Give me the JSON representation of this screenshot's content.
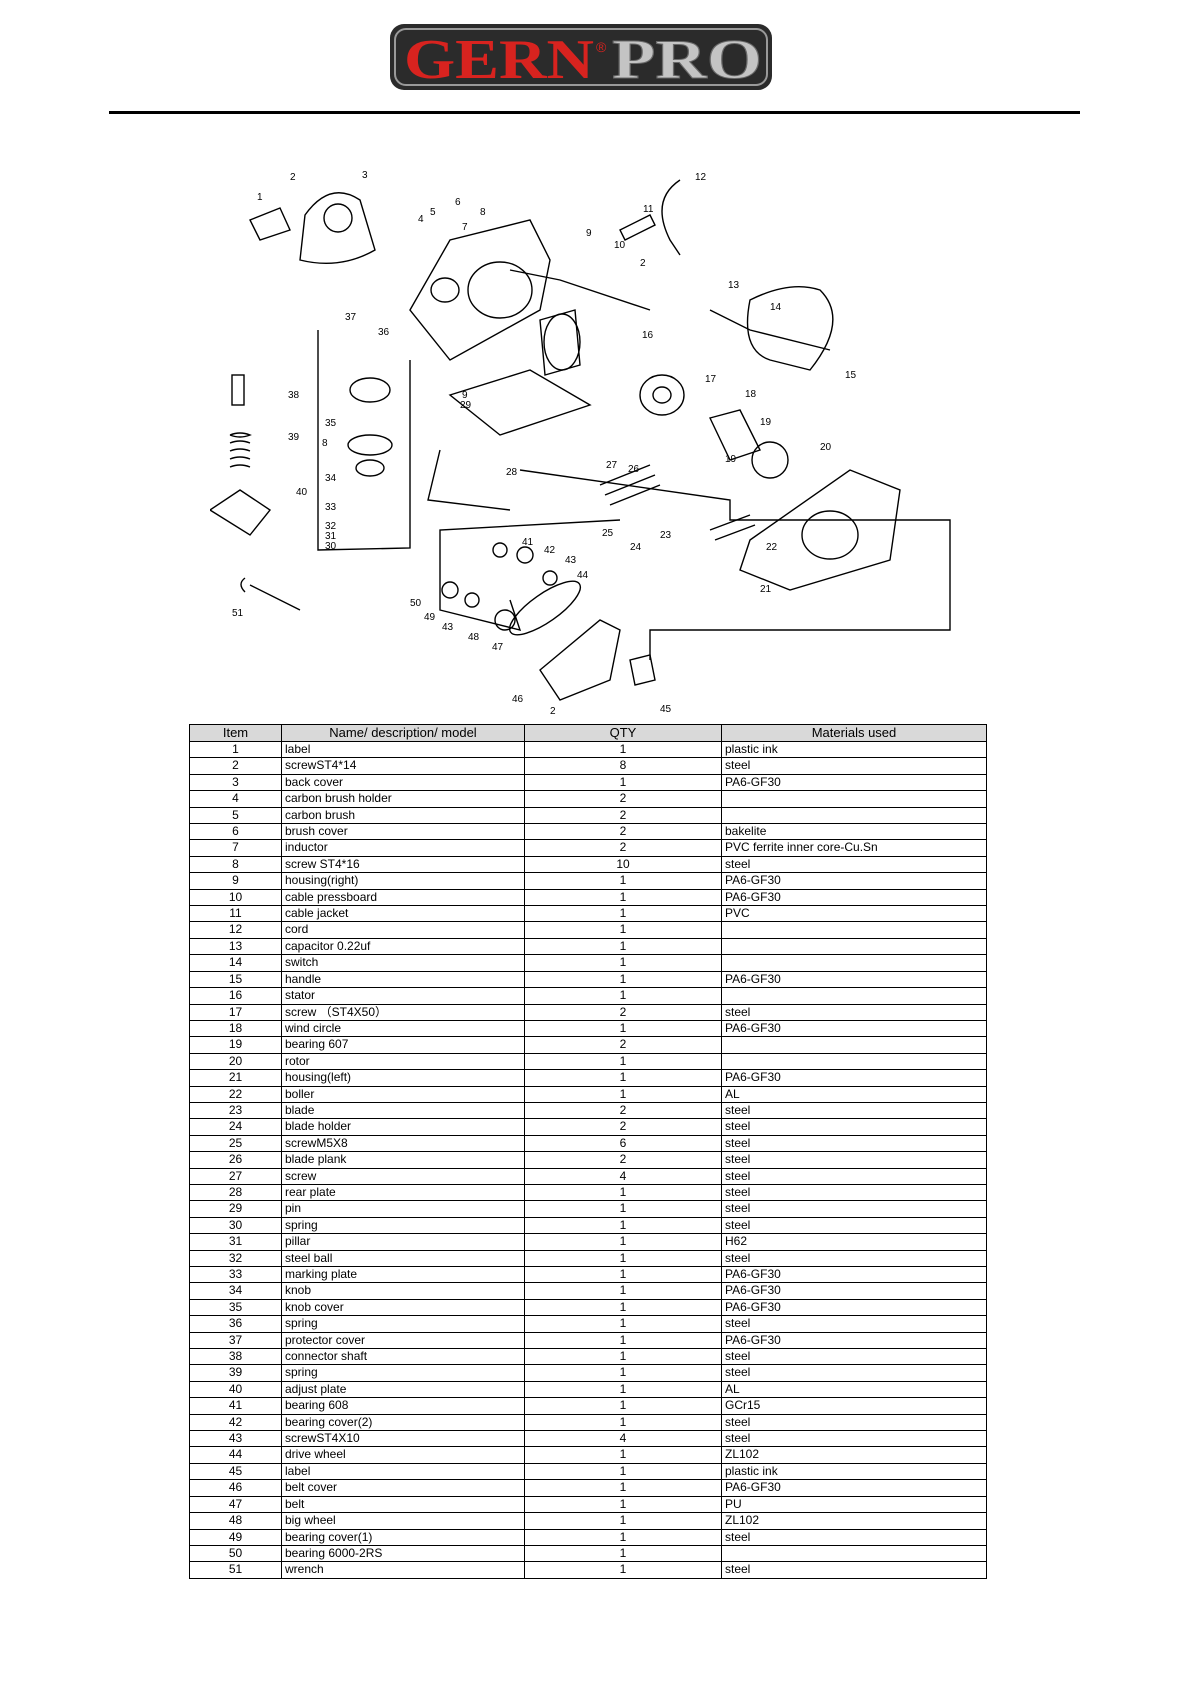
{
  "brand": {
    "logo_left": "GERN",
    "logo_right": "PRO",
    "registered": "®",
    "accent_red": "#d8231f",
    "badge_dark": "#2b2b2b",
    "chrome": "#b8b8b8"
  },
  "diagram": {
    "callouts": [
      "1",
      "2",
      "3",
      "4",
      "5",
      "6",
      "7",
      "8",
      "9",
      "10",
      "11",
      "12",
      "13",
      "14",
      "15",
      "16",
      "17",
      "18",
      "19",
      "19",
      "20",
      "21",
      "22",
      "23",
      "24",
      "25",
      "26",
      "27",
      "28",
      "29",
      "30",
      "31",
      "32",
      "33",
      "34",
      "35",
      "36",
      "37",
      "38",
      "39",
      "40",
      "41",
      "42",
      "43",
      "43",
      "44",
      "45",
      "46",
      "47",
      "48",
      "49",
      "50",
      "51",
      "2",
      "2",
      "8",
      "9"
    ]
  },
  "table": {
    "headers": [
      "Item",
      "Name/ description/ model",
      "QTY",
      "Materials used"
    ],
    "rows": [
      [
        "1",
        "label",
        "1",
        "plastic ink"
      ],
      [
        "2",
        "screwST4*14",
        "8",
        "steel"
      ],
      [
        "3",
        "back cover",
        "1",
        "PA6-GF30"
      ],
      [
        "4",
        "carbon brush holder",
        "2",
        ""
      ],
      [
        "5",
        "carbon brush",
        "2",
        ""
      ],
      [
        "6",
        "brush cover",
        "2",
        "bakelite"
      ],
      [
        "7",
        " inductor",
        "2",
        "PVC ferrite inner core-Cu.Sn"
      ],
      [
        "8",
        "screw ST4*16",
        "10",
        "steel"
      ],
      [
        "9",
        "housing(right)",
        "1",
        "PA6-GF30"
      ],
      [
        "10",
        "cable pressboard",
        "1",
        "PA6-GF30"
      ],
      [
        "11",
        "cable jacket",
        "1",
        "PVC"
      ],
      [
        "12",
        "cord",
        "1",
        ""
      ],
      [
        "13",
        "capacitor 0.22uf",
        "1",
        ""
      ],
      [
        "14",
        "switch",
        "1",
        ""
      ],
      [
        "15",
        "handle",
        "1",
        "PA6-GF30"
      ],
      [
        "16",
        "stator",
        "1",
        ""
      ],
      [
        "17",
        "screw （ST4X50）",
        "2",
        "steel"
      ],
      [
        "18",
        "wind circle",
        "1",
        "PA6-GF30"
      ],
      [
        "19",
        "bearing 607",
        "2",
        ""
      ],
      [
        "20",
        "rotor",
        "1",
        ""
      ],
      [
        "21",
        "housing(left)",
        "1",
        "PA6-GF30"
      ],
      [
        "22",
        " boller",
        "1",
        "AL"
      ],
      [
        "23",
        "blade",
        "2",
        "steel"
      ],
      [
        "24",
        "blade holder",
        "2",
        "steel"
      ],
      [
        "25",
        "screwM5X8",
        "6",
        "steel"
      ],
      [
        "26",
        "blade plank",
        "2",
        "steel"
      ],
      [
        "27",
        "screw",
        "4",
        "steel"
      ],
      [
        "28",
        " rear plate",
        "1",
        "steel"
      ],
      [
        "29",
        "pin",
        "1",
        "steel"
      ],
      [
        "30",
        "spring",
        "1",
        "steel"
      ],
      [
        "31",
        "pillar",
        "1",
        "H62"
      ],
      [
        "32",
        "steel ball",
        "1",
        "steel"
      ],
      [
        "33",
        "marking plate",
        "1",
        "PA6-GF30"
      ],
      [
        "34",
        "knob",
        "1",
        "PA6-GF30"
      ],
      [
        "35",
        "knob cover",
        "1",
        "PA6-GF30"
      ],
      [
        "36",
        "spring",
        "1",
        "steel"
      ],
      [
        "37",
        " protector cover",
        "1",
        "PA6-GF30"
      ],
      [
        "38",
        " connector shaft",
        "1",
        "steel"
      ],
      [
        "39",
        "spring",
        "1",
        "steel"
      ],
      [
        "40",
        " adjust plate",
        "1",
        "AL"
      ],
      [
        "41",
        "bearing 608",
        "1",
        "GCr15"
      ],
      [
        "42",
        "bearing cover(2)",
        "1",
        "steel"
      ],
      [
        "43",
        "screwST4X10",
        "4",
        "steel"
      ],
      [
        "44",
        "drive wheel",
        "1",
        "ZL102"
      ],
      [
        "45",
        "label",
        "1",
        "plastic ink"
      ],
      [
        "46",
        "belt cover",
        "1",
        "PA6-GF30"
      ],
      [
        "47",
        "belt",
        "1",
        "PU"
      ],
      [
        "48",
        "big wheel",
        "1",
        "ZL102"
      ],
      [
        "49",
        "bearing cover(1)",
        "1",
        "steel"
      ],
      [
        "50",
        "bearing 6000-2RS",
        "1",
        ""
      ],
      [
        "51",
        "wrench",
        "1",
        "steel"
      ]
    ]
  }
}
